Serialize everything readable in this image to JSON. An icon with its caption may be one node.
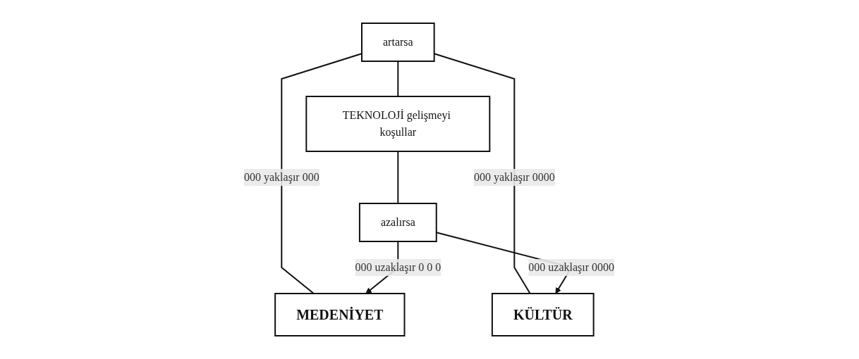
{
  "diagram": {
    "nodes": [
      {
        "text": [
          "MEDENİYET"
        ]
      },
      {
        "text": [
          "artarsa"
        ]
      },
      {
        "text": [
          "TEKNOLOJİ gelişmeyi koşullar"
        ]
      },
      {
        "text": [
          "azalırsa"
        ]
      },
      {
        "text": [
          "KÜLTÜR"
        ]
      }
    ],
    "edges": [
      {
        "from": 1,
        "to": 0,
        "arrow": "none",
        "label": "000 yaklaşır 000"
      },
      {
        "from": 1,
        "to": 4,
        "arrow": "none",
        "label": "000 yaklaşır 0000"
      },
      {
        "from": 1,
        "to": 2,
        "arrow": "none"
      },
      {
        "from": 2,
        "to": 3,
        "arrow": "none"
      },
      {
        "from": 3,
        "to": 0,
        "arrow": "to",
        "label": "000 uzaklaşır 0 0 0"
      },
      {
        "from": 3,
        "to": 4,
        "arrow": "to",
        "label": "000 uzaklaşır 0000"
      }
    ]
  }
}
